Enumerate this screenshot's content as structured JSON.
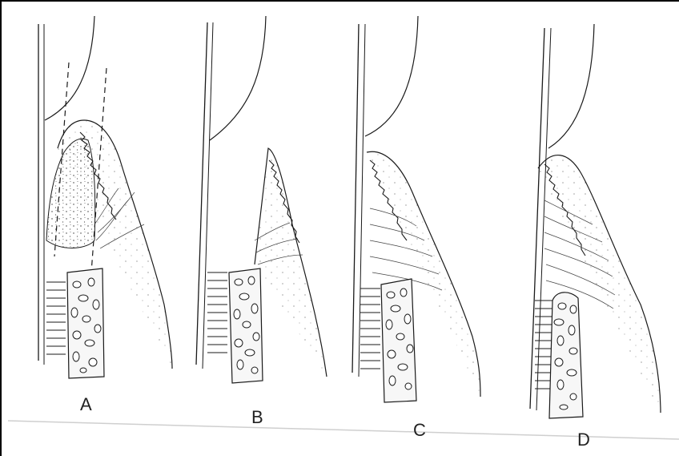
{
  "figure": {
    "panels": [
      {
        "id": "A",
        "label": "A"
      },
      {
        "id": "B",
        "label": "B"
      },
      {
        "id": "C",
        "label": "C"
      },
      {
        "id": "D",
        "label": "D"
      }
    ],
    "colors": {
      "ink": "#1a1a1a",
      "paper": "#ffffff",
      "border": "#000000"
    }
  }
}
